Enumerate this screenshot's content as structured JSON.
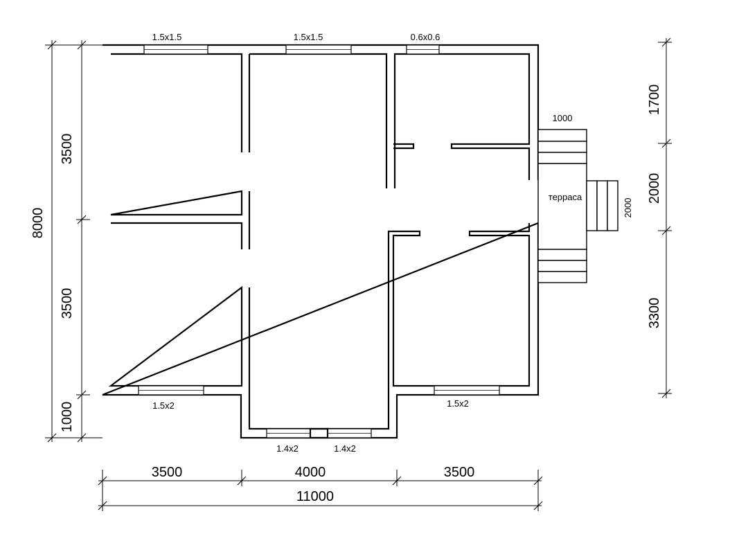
{
  "windows": {
    "top_left": "1.5x1.5",
    "top_center": "1.5x1.5",
    "top_right": "0.6x0.6",
    "bottom_left": "1.5x2",
    "bottom_right": "1.5x2",
    "bottom_center_left": "1.4x2",
    "bottom_center_right": "1.4x2"
  },
  "terrace": {
    "label": "терраса",
    "top_step_width": "1000",
    "side_step_width": "2000"
  },
  "dims": {
    "left_overall": "8000",
    "left_top": "3500",
    "left_mid": "3500",
    "left_bottom": "1000",
    "right_top": "1700",
    "right_mid": "2000",
    "right_bottom": "3300",
    "bottom_left": "3500",
    "bottom_center": "4000",
    "bottom_right": "3500",
    "bottom_overall": "11000"
  }
}
